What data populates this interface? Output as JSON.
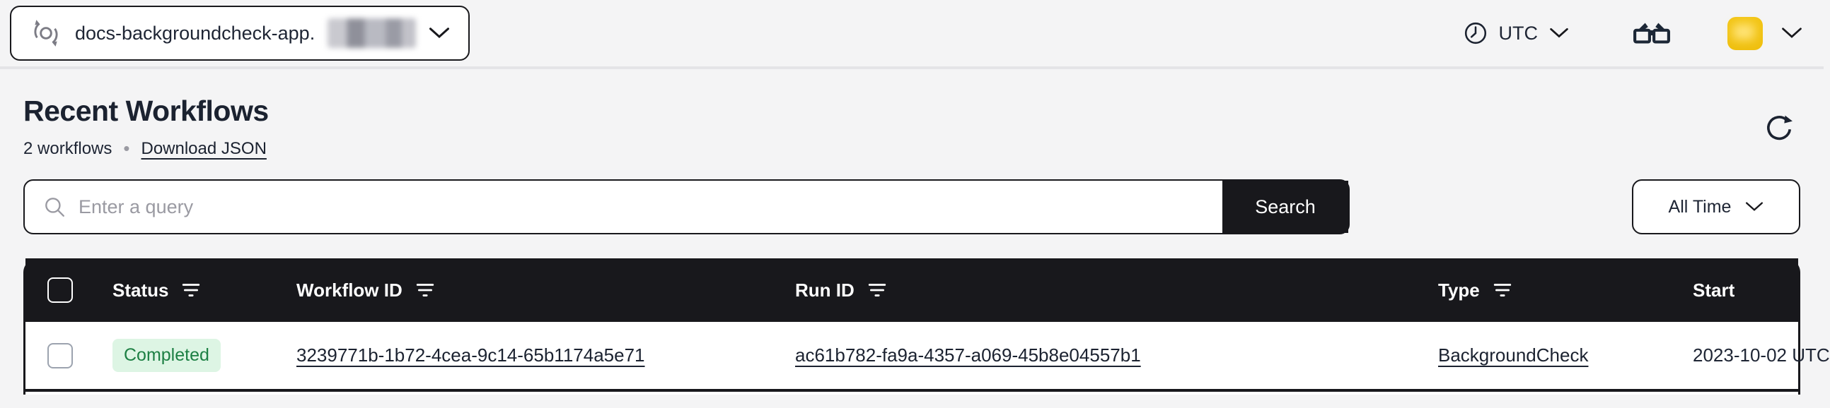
{
  "topbar": {
    "namespace": {
      "label": "docs-backgroundcheck-app.",
      "icon": "namespace-switcher-icon",
      "suffix_redacted": true
    },
    "timezone": {
      "label": "UTC",
      "icon": "clock-icon"
    },
    "labs": {
      "icon": "glasses-icon"
    },
    "account": {
      "icon": "avatar",
      "color": "#f2c411"
    }
  },
  "page": {
    "title": "Recent Workflows",
    "count_label": "2 workflows",
    "separator": "•",
    "download_link_label": "Download JSON",
    "refresh_icon": "refresh-icon"
  },
  "search": {
    "placeholder": "Enter a query",
    "value": "",
    "button_label": "Search",
    "icon": "search-icon",
    "time_filter_label": "All Time"
  },
  "table": {
    "columns": [
      {
        "label": "",
        "type": "checkbox"
      },
      {
        "label": "Status",
        "filter": true
      },
      {
        "label": "Workflow ID",
        "filter": true
      },
      {
        "label": "Run ID",
        "filter": true
      },
      {
        "label": "Type",
        "filter": true
      },
      {
        "label": "Start",
        "filter": false
      }
    ],
    "rows": [
      {
        "status": "Completed",
        "workflow_id": "3239771b-1b72-4cea-9c14-65b1174a5e71",
        "run_id": "ac61b782-fa9a-4357-a069-45b8e04557b1",
        "type": "BackgroundCheck",
        "start": "2023-10-02 UTC"
      }
    ]
  },
  "colors": {
    "page_bg": "#f4f4f5",
    "header_bg": "#18181c",
    "text_dark": "#1b2230",
    "badge_bg": "#ddf5e4",
    "badge_text": "#1d8044",
    "avatar_yellow": "#f2c411",
    "divider": "#e4e4e7"
  }
}
